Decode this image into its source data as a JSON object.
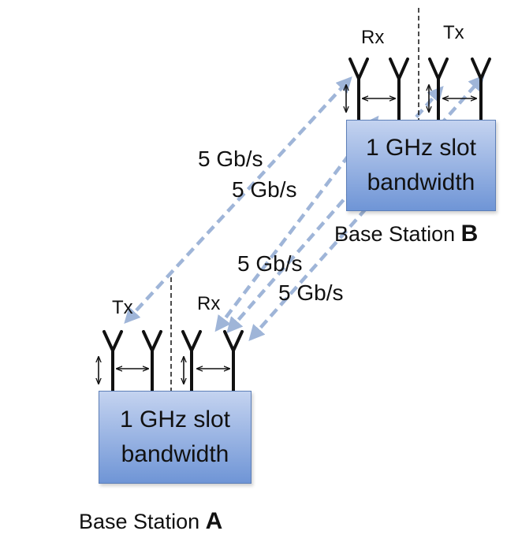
{
  "station_b": {
    "box_text": "1 GHz slot\nbandwidth",
    "name": "Base Station ",
    "letter": "B",
    "rx_label": "Rx",
    "tx_label": "Tx"
  },
  "station_a": {
    "box_text": "1 GHz slot\nbandwidth",
    "name": "Base Station ",
    "letter": "A",
    "rx_label": "Rx",
    "tx_label": "Tx"
  },
  "links": {
    "upper_rate_1": "5 Gb/s",
    "upper_rate_2": "5 Gb/s",
    "lower_rate_1": "5 Gb/s",
    "lower_rate_2": "5 Gb/s"
  },
  "colors": {
    "link": "#9fb5d8",
    "box_top": "#c4d3f0",
    "box_bottom": "#6f95d6"
  }
}
